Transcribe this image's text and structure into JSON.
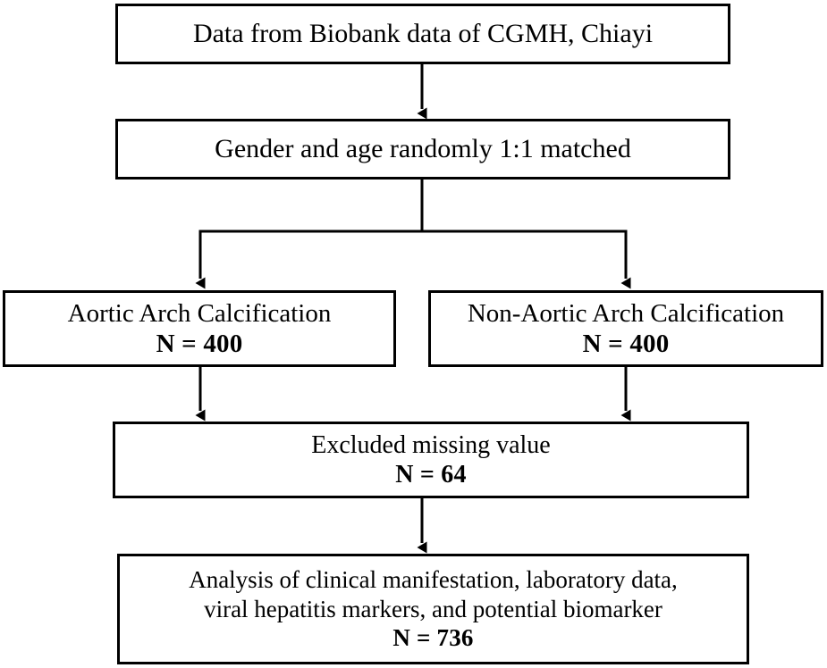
{
  "figure": {
    "type": "flowchart",
    "orientation": "top-to-bottom",
    "stroke_color": "#000000",
    "fill_color": "#ffffff"
  },
  "nodes": {
    "source": {
      "lines": [
        {
          "text": "Data from Biobank data of CGMH, Chiayi",
          "style": "regular"
        }
      ]
    },
    "matching": {
      "lines": [
        {
          "text": "Gender and age randomly 1:1 matched",
          "style": "regular"
        }
      ]
    },
    "aortic_arch_calcification": {
      "lines": [
        {
          "text": "Aortic Arch Calcification",
          "style": "regular"
        },
        {
          "text": "N = 400",
          "style": "count"
        }
      ],
      "n": 400
    },
    "non_aortic_arch_calcification": {
      "lines": [
        {
          "text": "Non-Aortic Arch Calcification",
          "style": "regular"
        },
        {
          "text": "N = 400",
          "style": "count"
        }
      ],
      "n": 400
    },
    "excluded": {
      "lines": [
        {
          "text": "Excluded missing value",
          "style": "regular"
        },
        {
          "text": "N = 64",
          "style": "count"
        }
      ],
      "n": 64
    },
    "analysis": {
      "lines": [
        {
          "text": "Analysis of clinical manifestation, laboratory data,",
          "style": "regular"
        },
        {
          "text": "viral hepatitis markers, and potential biomarker",
          "style": "regular"
        },
        {
          "text": "N = 736",
          "style": "count"
        }
      ],
      "n": 736
    }
  },
  "edges": [
    {
      "from": "source",
      "to": "matching",
      "shape": "straight-down",
      "arrow": true
    },
    {
      "from": "matching",
      "to": "aortic_arch_calcification",
      "shape": "split-left",
      "arrow": true
    },
    {
      "from": "matching",
      "to": "non_aortic_arch_calcification",
      "shape": "split-right",
      "arrow": true
    },
    {
      "from": "aortic_arch_calcification",
      "to": "excluded",
      "shape": "straight-down",
      "arrow": true
    },
    {
      "from": "non_aortic_arch_calcification",
      "to": "excluded",
      "shape": "straight-down",
      "arrow": true
    },
    {
      "from": "excluded",
      "to": "analysis",
      "shape": "straight-down",
      "arrow": true
    }
  ]
}
